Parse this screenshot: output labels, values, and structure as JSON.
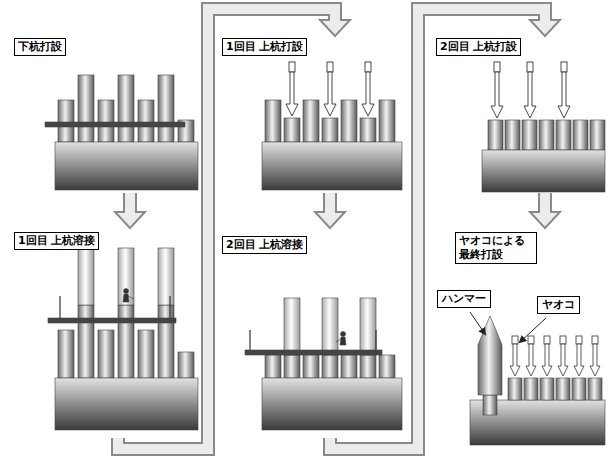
{
  "diagram": {
    "nodes": [
      {
        "text": [
          "下杭打設"
        ]
      },
      {
        "text": [
          "1回目 上杭溶接"
        ]
      },
      {
        "text": [
          "1回目 上杭打設"
        ]
      },
      {
        "text": [
          "2回目 上杭溶接"
        ]
      },
      {
        "text": [
          "2回目 上杭打設"
        ]
      },
      {
        "text": [
          "ヤオコによる 最終打設"
        ]
      },
      {
        "text": [
          "ハンマー"
        ],
        "in": 5
      },
      {
        "text": [
          "ヤオコ"
        ],
        "in": 5
      }
    ],
    "edges": [
      {
        "from": 0,
        "to": 1,
        "arrow": "to"
      },
      {
        "from": 1,
        "to": 2,
        "arrow": "to"
      },
      {
        "from": 2,
        "to": 3,
        "arrow": "to"
      },
      {
        "from": 3,
        "to": 4,
        "arrow": "to"
      },
      {
        "from": 4,
        "to": 5,
        "arrow": "to"
      }
    ]
  }
}
